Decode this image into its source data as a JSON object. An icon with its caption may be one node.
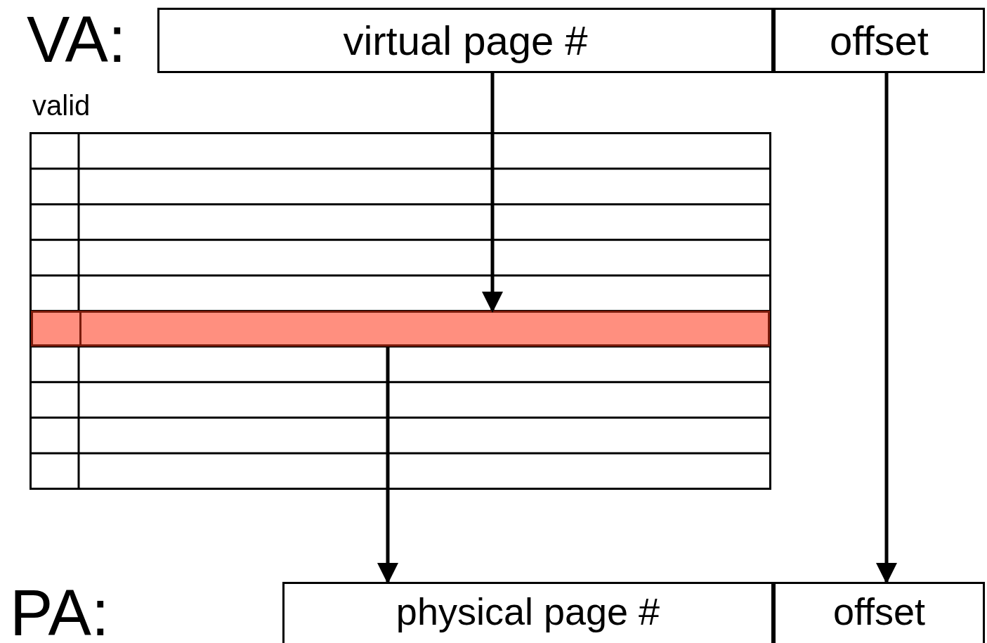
{
  "diagram": {
    "nodes": [
      {
        "text": [
          "virtual page #"
        ]
      },
      {
        "text": [
          "offset"
        ]
      },
      {
        "text": [
          "valid"
        ]
      },
      {
        "text": [],
        "shape": "bar",
        "in": 2
      },
      {
        "text": [
          "physical page #"
        ]
      },
      {
        "text": [
          "offset"
        ]
      }
    ],
    "edges": [
      {
        "from": 0,
        "to": 3,
        "arrow": "to"
      },
      {
        "from": 3,
        "to": 4,
        "arrow": "to"
      },
      {
        "from": 1,
        "to": 5,
        "arrow": "to"
      }
    ],
    "labels": [
      "VA:",
      "PA:"
    ]
  }
}
